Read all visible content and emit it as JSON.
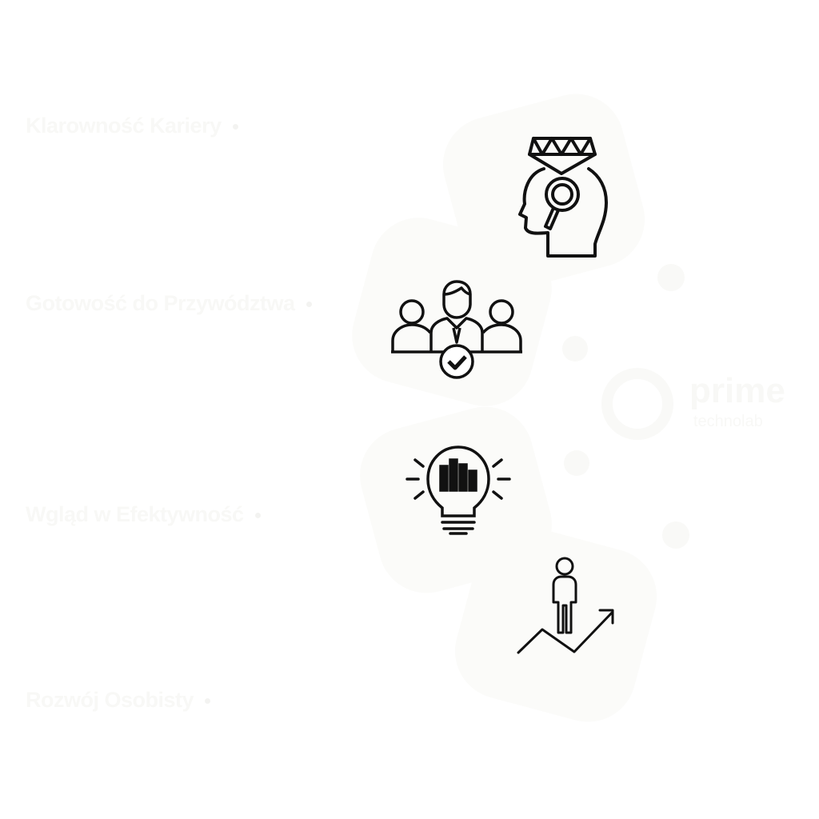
{
  "items": [
    {
      "label": "Klarowność Kariery",
      "icon": "head-diamond-magnifier-icon"
    },
    {
      "label": "Gotowość do Przywództwa",
      "icon": "team-leader-check-icon"
    },
    {
      "label": "Wgląd w Efektywność",
      "icon": "lightbulb-chart-icon"
    },
    {
      "label": "Rozwój Osobisty",
      "icon": "person-growth-arrow-icon"
    }
  ],
  "logo": {
    "name": "prime",
    "subtitle": "technolab"
  }
}
